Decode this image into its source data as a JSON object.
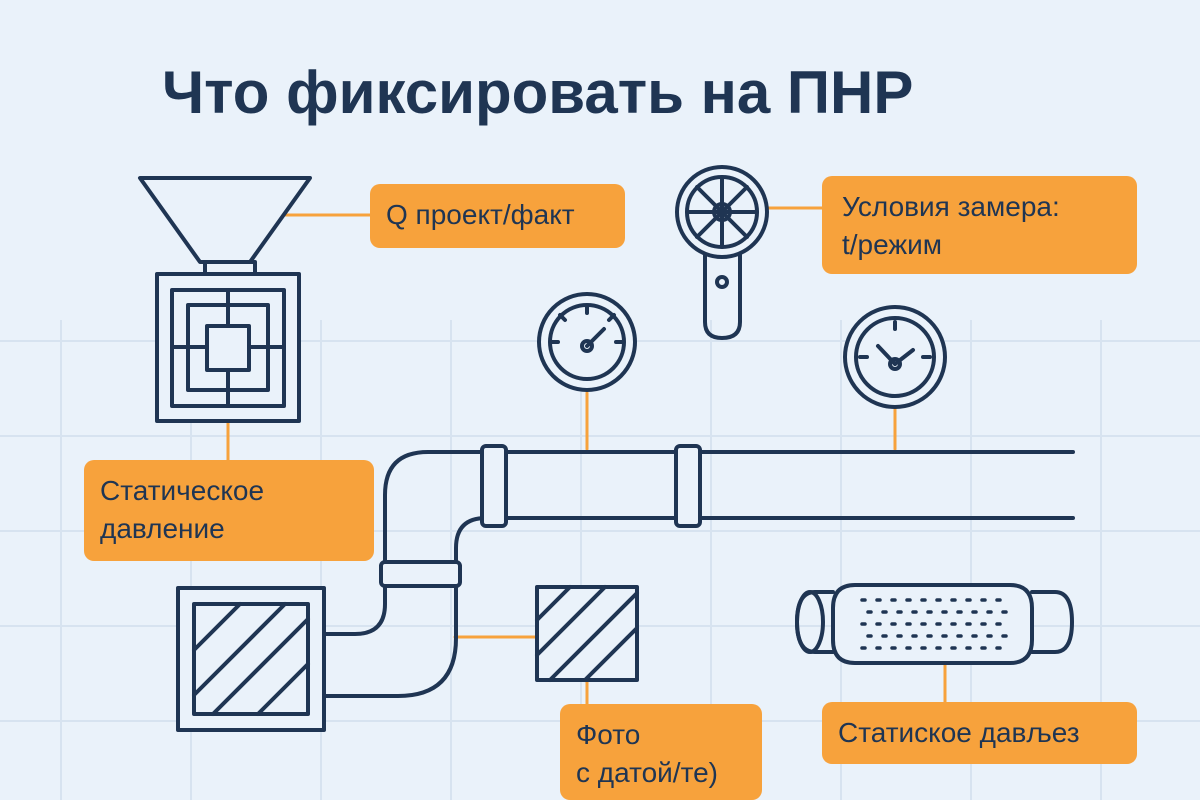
{
  "title": "Что фиксировать на ПНР",
  "labels": {
    "q_project_fact": "Q проект/факт",
    "measure_conditions_line1": "Условия замера:",
    "measure_conditions_line2": "t/режим",
    "static_pressure_line1": "Статическое",
    "static_pressure_line2": "давление",
    "photo_line1": "Фото",
    "photo_line2": "с датой/те)",
    "static_davez": "Статиское дављез"
  },
  "colors": {
    "background": "#eaf2fa",
    "stroke": "#1f3553",
    "accent": "#f7a23c",
    "grid": "#d7e3f0"
  }
}
